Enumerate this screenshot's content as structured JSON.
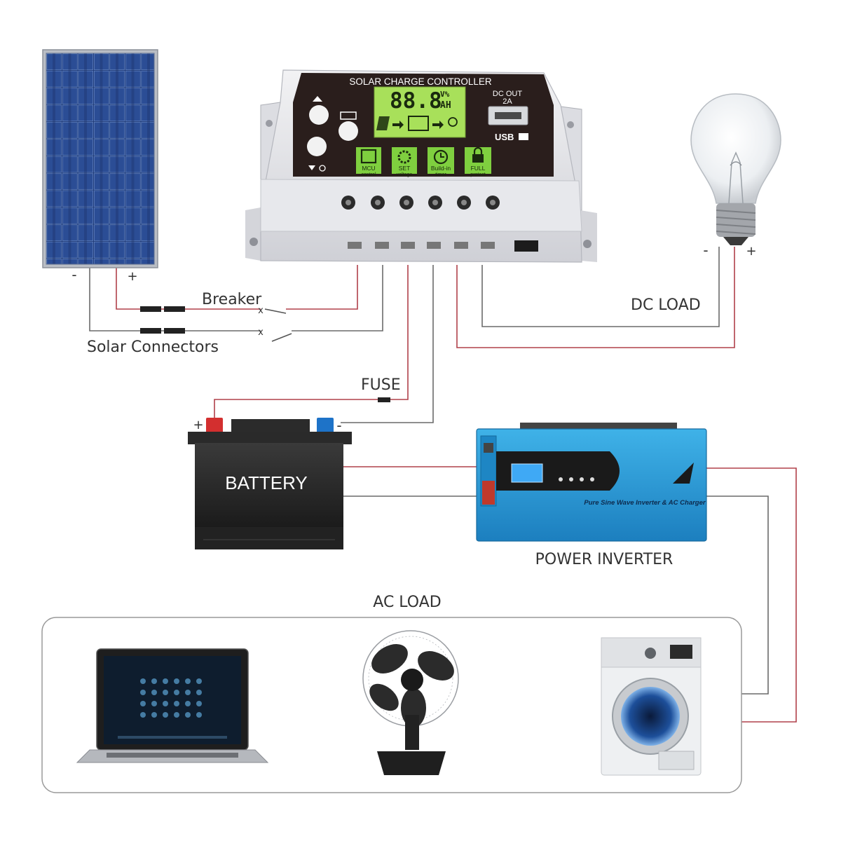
{
  "labels": {
    "breaker": "Breaker",
    "solar_connectors": "Solar Connectors",
    "dc_load": "DC LOAD",
    "fuse": "FUSE",
    "battery": "BATTERY",
    "power_inverter": "POWER INVERTER",
    "ac_load": "AC LOAD"
  },
  "solar_panel": {
    "minus": "-",
    "plus": "+"
  },
  "bulb": {
    "minus": "-",
    "plus": "+"
  },
  "battery_terminals": {
    "plus": "+",
    "minus": "-"
  },
  "breaker_marks": {
    "top": "x",
    "bottom": "x"
  },
  "controller": {
    "title": "SOLAR CHARGE CONTROLLER",
    "lcd_digits": "88.8",
    "lcd_units_top": "V%",
    "lcd_units_bottom": "AH",
    "dc_out_line1": "DC OUT",
    "dc_out_line2": "2A",
    "usb_label": "USB",
    "features": [
      {
        "top": "MCU",
        "bottom": "control",
        "icon": "chip-icon"
      },
      {
        "top": "SET",
        "bottom": "voltage",
        "icon": "gear-icon"
      },
      {
        "top": "Build-in",
        "bottom": "timer",
        "icon": "clock-icon"
      },
      {
        "top": "FULL",
        "bottom": "protect",
        "icon": "lock-icon"
      }
    ]
  },
  "inverter": {
    "brand_text": "Pure Sine Wave Inverter & AC Charger"
  },
  "colors": {
    "panel_blue": "#1e3a78",
    "controller_face": "#2a1e1c",
    "lcd_green": "#a8e05a",
    "feature_green": "#7fcf3f",
    "inverter_blue": "#2a9bd8",
    "wire_red": "#b0404a",
    "wire_black": "#6a6a6a",
    "battery_red": "#d32f2f",
    "battery_blue": "#1e73c8"
  }
}
